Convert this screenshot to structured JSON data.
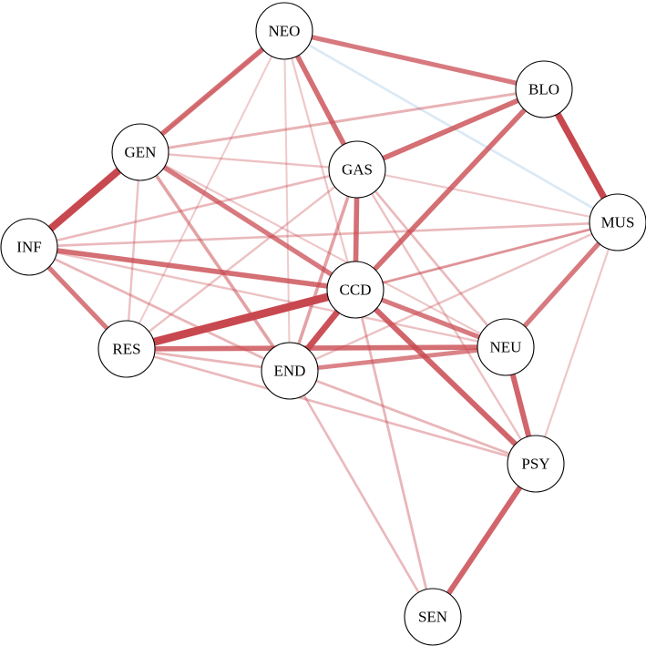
{
  "colors": {
    "positive": "#c8484f",
    "negative": "#9ec5e4",
    "node_fill": "#ffffff",
    "node_stroke": "#000000"
  },
  "nodes": [
    {
      "id": "NEO",
      "label": "NEO"
    },
    {
      "id": "BLO",
      "label": "BLO"
    },
    {
      "id": "GEN",
      "label": "GEN"
    },
    {
      "id": "GAS",
      "label": "GAS"
    },
    {
      "id": "MUS",
      "label": "MUS"
    },
    {
      "id": "INF",
      "label": "INF"
    },
    {
      "id": "CCD",
      "label": "CCD"
    },
    {
      "id": "RES",
      "label": "RES"
    },
    {
      "id": "NEU",
      "label": "NEU"
    },
    {
      "id": "END",
      "label": "END"
    },
    {
      "id": "PSY",
      "label": "PSY"
    },
    {
      "id": "SEN",
      "label": "SEN"
    }
  ],
  "edges": [
    {
      "source": "GEN",
      "target": "INF",
      "weight": 0.85,
      "sign": "positive"
    },
    {
      "source": "CCD",
      "target": "RES",
      "weight": 0.95,
      "sign": "positive"
    },
    {
      "source": "BLO",
      "target": "MUS",
      "weight": 0.75,
      "sign": "positive"
    },
    {
      "source": "CCD",
      "target": "END",
      "weight": 0.7,
      "sign": "positive"
    },
    {
      "source": "CCD",
      "target": "PSY",
      "weight": 0.6,
      "sign": "positive"
    },
    {
      "source": "NEO",
      "target": "GEN",
      "weight": 0.55,
      "sign": "positive"
    },
    {
      "source": "NEO",
      "target": "BLO",
      "weight": 0.5,
      "sign": "positive"
    },
    {
      "source": "NEO",
      "target": "GAS",
      "weight": 0.55,
      "sign": "positive"
    },
    {
      "source": "GAS",
      "target": "BLO",
      "weight": 0.55,
      "sign": "positive"
    },
    {
      "source": "BLO",
      "target": "CCD",
      "weight": 0.55,
      "sign": "positive"
    },
    {
      "source": "GAS",
      "target": "CCD",
      "weight": 0.55,
      "sign": "positive"
    },
    {
      "source": "GEN",
      "target": "CCD",
      "weight": 0.5,
      "sign": "positive"
    },
    {
      "source": "INF",
      "target": "CCD",
      "weight": 0.55,
      "sign": "positive"
    },
    {
      "source": "INF",
      "target": "RES",
      "weight": 0.5,
      "sign": "positive"
    },
    {
      "source": "RES",
      "target": "NEU",
      "weight": 0.55,
      "sign": "positive"
    },
    {
      "source": "CCD",
      "target": "NEU",
      "weight": 0.5,
      "sign": "positive"
    },
    {
      "source": "MUS",
      "target": "NEU",
      "weight": 0.5,
      "sign": "positive"
    },
    {
      "source": "NEU",
      "target": "PSY",
      "weight": 0.6,
      "sign": "positive"
    },
    {
      "source": "PSY",
      "target": "SEN",
      "weight": 0.6,
      "sign": "positive"
    },
    {
      "source": "END",
      "target": "NEU",
      "weight": 0.45,
      "sign": "positive"
    },
    {
      "source": "GEN",
      "target": "END",
      "weight": 0.3,
      "sign": "positive"
    },
    {
      "source": "GAS",
      "target": "END",
      "weight": 0.3,
      "sign": "positive"
    },
    {
      "source": "GEN",
      "target": "BLO",
      "weight": 0.22,
      "sign": "positive"
    },
    {
      "source": "GEN",
      "target": "GAS",
      "weight": 0.15,
      "sign": "positive"
    },
    {
      "source": "INF",
      "target": "GAS",
      "weight": 0.18,
      "sign": "positive"
    },
    {
      "source": "INF",
      "target": "MUS",
      "weight": 0.18,
      "sign": "positive"
    },
    {
      "source": "INF",
      "target": "END",
      "weight": 0.2,
      "sign": "positive"
    },
    {
      "source": "INF",
      "target": "NEU",
      "weight": 0.15,
      "sign": "positive"
    },
    {
      "source": "RES",
      "target": "END",
      "weight": 0.2,
      "sign": "positive"
    },
    {
      "source": "RES",
      "target": "PSY",
      "weight": 0.18,
      "sign": "positive"
    },
    {
      "source": "RES",
      "target": "MUS",
      "weight": 0.12,
      "sign": "positive"
    },
    {
      "source": "RES",
      "target": "GAS",
      "weight": 0.15,
      "sign": "positive"
    },
    {
      "source": "CCD",
      "target": "MUS",
      "weight": 0.22,
      "sign": "positive"
    },
    {
      "source": "CCD",
      "target": "SEN",
      "weight": 0.2,
      "sign": "positive"
    },
    {
      "source": "END",
      "target": "PSY",
      "weight": 0.2,
      "sign": "positive"
    },
    {
      "source": "END",
      "target": "SEN",
      "weight": 0.18,
      "sign": "positive"
    },
    {
      "source": "END",
      "target": "MUS",
      "weight": 0.15,
      "sign": "positive"
    },
    {
      "source": "GAS",
      "target": "NEU",
      "weight": 0.18,
      "sign": "positive"
    },
    {
      "source": "GAS",
      "target": "PSY",
      "weight": 0.15,
      "sign": "positive"
    },
    {
      "source": "GAS",
      "target": "MUS",
      "weight": 0.12,
      "sign": "positive"
    },
    {
      "source": "NEO",
      "target": "CCD",
      "weight": 0.12,
      "sign": "positive"
    },
    {
      "source": "NEO",
      "target": "END",
      "weight": 0.1,
      "sign": "positive"
    },
    {
      "source": "NEO",
      "target": "RES",
      "weight": 0.1,
      "sign": "positive"
    },
    {
      "source": "NEO",
      "target": "INF",
      "weight": 0.1,
      "sign": "positive"
    },
    {
      "source": "GEN",
      "target": "RES",
      "weight": 0.15,
      "sign": "positive"
    },
    {
      "source": "GEN",
      "target": "NEU",
      "weight": 0.12,
      "sign": "positive"
    },
    {
      "source": "MUS",
      "target": "PSY",
      "weight": 0.12,
      "sign": "positive"
    },
    {
      "source": "NEO",
      "target": "MUS",
      "weight": 0.18,
      "sign": "negative"
    }
  ]
}
